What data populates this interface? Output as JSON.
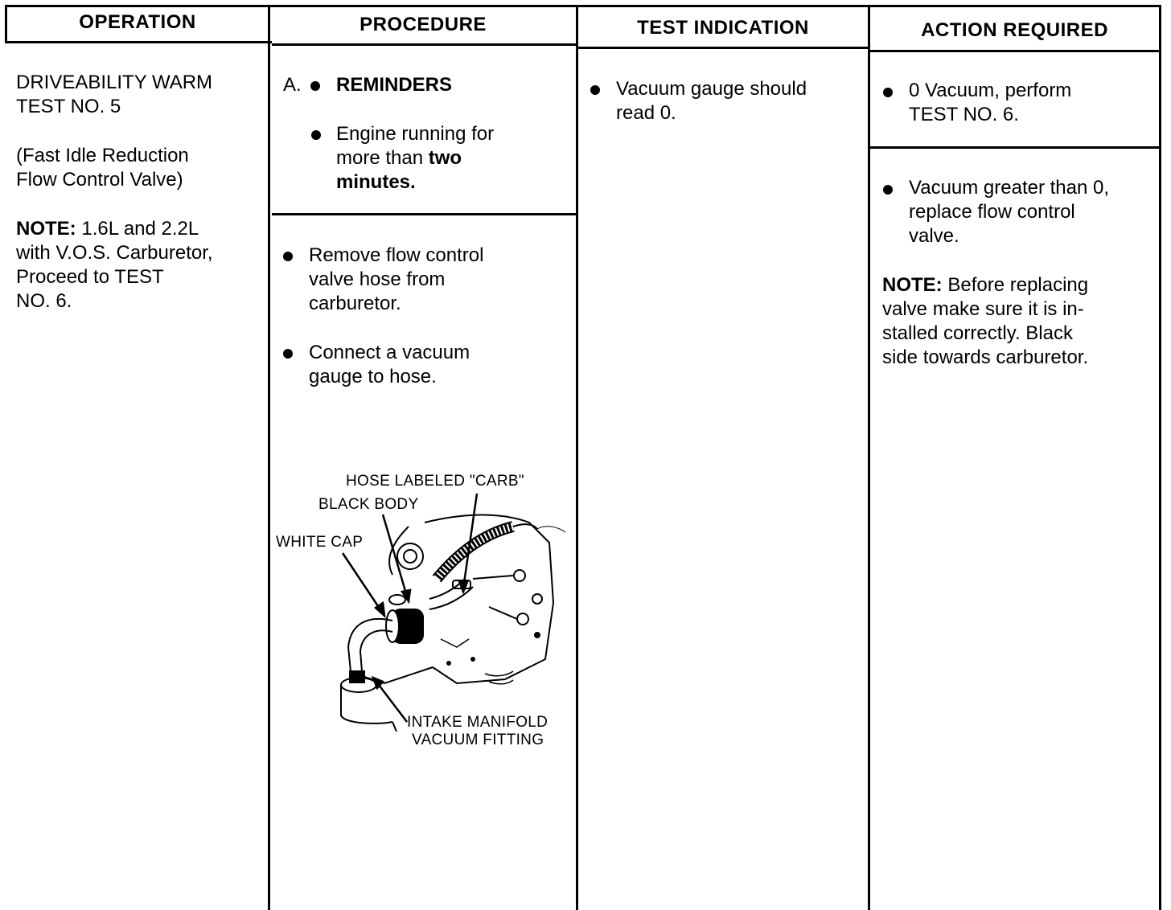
{
  "headers": {
    "operation": "OPERATION",
    "procedure": "PROCEDURE",
    "test_indication": "TEST INDICATION",
    "action_required": "ACTION REQUIRED"
  },
  "operation": {
    "title_line1": "DRIVEABILITY WARM",
    "title_line2": "TEST NO. 5",
    "subtitle_line1": "(Fast Idle Reduction",
    "subtitle_line2": "Flow Control Valve)",
    "note_label": "NOTE:",
    "note_line1": "1.6L and 2.2L",
    "note_line2": "with V.O.S. Carburetor,",
    "note_line3": "Proceed to TEST",
    "note_line4": "NO. 6."
  },
  "procedure": {
    "step_letter": "A.",
    "reminders_label": "REMINDERS",
    "reminder_line1": "Engine running for",
    "reminder_line2": "more than",
    "reminder_bold1": "two",
    "reminder_bold2": "minutes.",
    "step1_line1": "Remove flow control",
    "step1_line2": "valve hose from",
    "step1_line3": "carburetor.",
    "step2_line1": "Connect a vacuum",
    "step2_line2": "gauge to hose.",
    "figure_labels": {
      "hose_carb": "HOSE LABELED \"CARB\"",
      "black_body": "BLACK BODY",
      "white_cap": "WHITE CAP",
      "intake_line1": "INTAKE MANIFOLD",
      "intake_line2": "VACUUM FITTING"
    }
  },
  "test_indication": {
    "line1": "Vacuum gauge should",
    "line2": "read 0."
  },
  "action_required": {
    "a1_line1": "0 Vacuum, perform",
    "a1_line2": "TEST NO. 6.",
    "a2_line1": "Vacuum greater than 0,",
    "a2_line2": "replace flow control",
    "a2_line3": "valve.",
    "note_label": "NOTE:",
    "note_line1": "Before replacing",
    "note_line2": "valve make sure it is in-",
    "note_line3": "stalled correctly. Black",
    "note_line4": "side towards carburetor."
  }
}
